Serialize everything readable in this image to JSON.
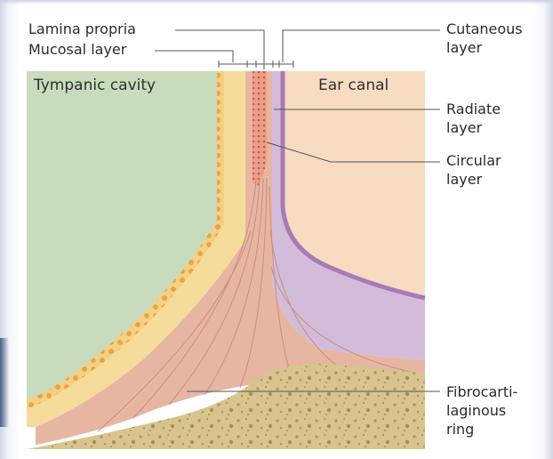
{
  "diagram": {
    "labels": {
      "lamina_propria": "Lamina propria",
      "mucosal_layer": "Mucosal layer",
      "tympanic_cavity": "Tympanic cavity",
      "ear_canal": "Ear canal",
      "cutaneous_layer": [
        "Cutaneous",
        "layer"
      ],
      "radiate_layer": [
        "Radiate",
        "layer"
      ],
      "circular_layer": [
        "Circular",
        "layer"
      ],
      "fibrocartilaginous_ring": [
        "Fibrocarti-",
        "laginous",
        "ring"
      ]
    },
    "colors": {
      "tympanic_cavity": "#c9dbbd",
      "ear_canal": "#f7dcc2",
      "mucosa": "#f2c877",
      "fibrous_layer": "#e6b6a3",
      "fiber_lines": "#c88f7c",
      "cutaneous_layer": "#d2bcd9",
      "cutaneous_edge": "#a97ab6",
      "cartilage_ring": "#d8c48e",
      "leader_line": "#555555"
    }
  }
}
